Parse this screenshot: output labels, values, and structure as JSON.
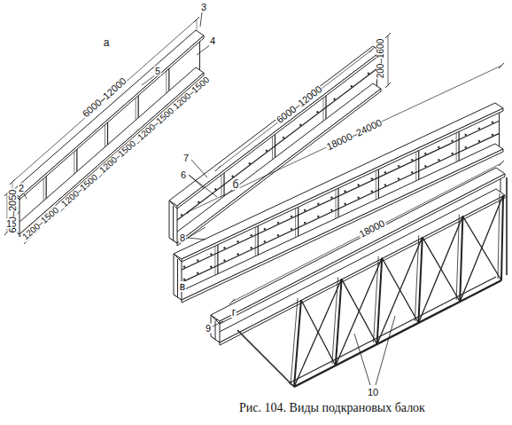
{
  "diagram": {
    "caption": "Рис. 104. Виды подкрановых балок",
    "labels": [
      "а",
      "6000–12000",
      "600–2050",
      "1200–1500",
      "1200–1500",
      "1200–1500",
      "1200–1500",
      "1200–1500",
      "1",
      "2",
      "3",
      "4",
      "5",
      "б",
      "6000–12000",
      "200–1600",
      "6",
      "7",
      "в",
      "18000–24000",
      "8",
      "г",
      "18000",
      "9",
      "10"
    ]
  }
}
